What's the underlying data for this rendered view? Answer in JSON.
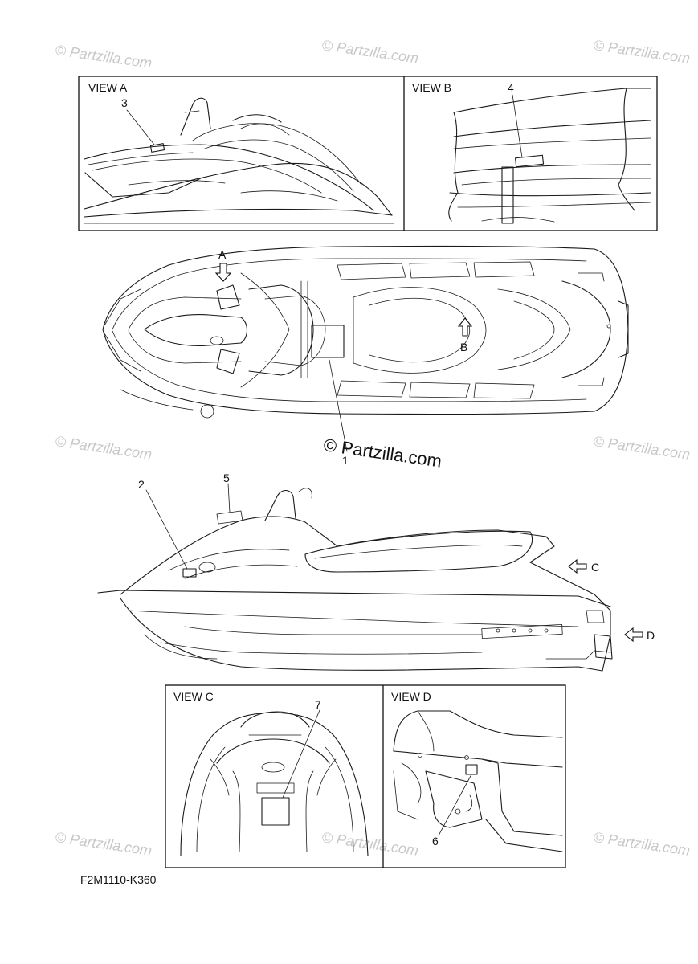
{
  "diagram": {
    "views": {
      "a": "VIEW A",
      "b": "VIEW B",
      "c": "VIEW C",
      "d": "VIEW D"
    },
    "arrows": {
      "a": "A",
      "b": "B",
      "c": "C",
      "d": "D"
    },
    "callouts": [
      "1",
      "2",
      "3",
      "4",
      "5",
      "6",
      "7"
    ],
    "part_code": "F2M1110-K360",
    "watermark_small": "© Partzilla.com",
    "watermark_center": "© Partzilla.com"
  }
}
